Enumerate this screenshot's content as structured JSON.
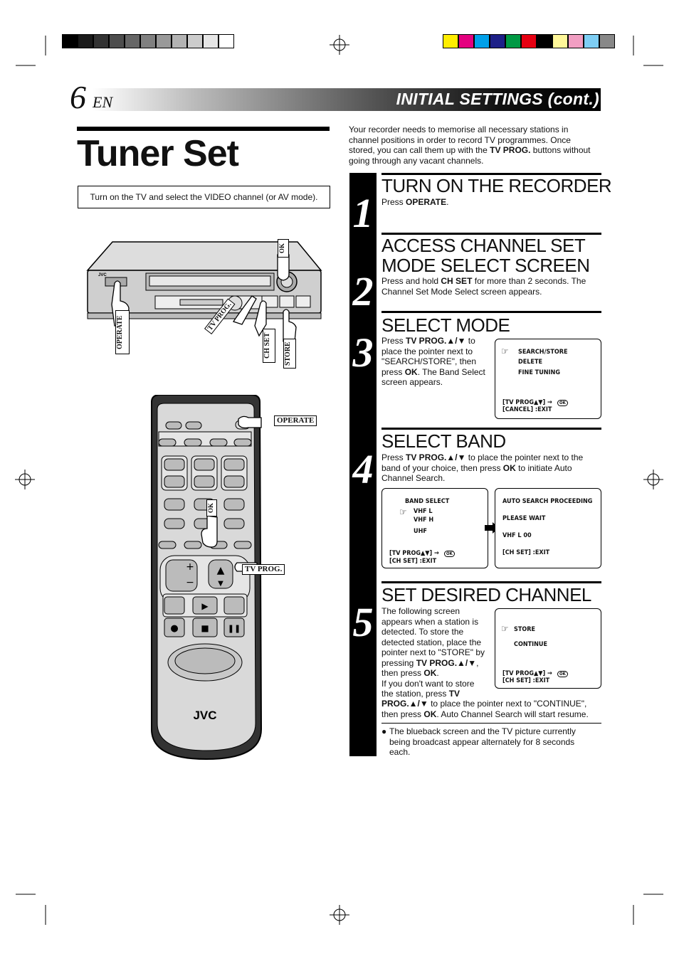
{
  "header": {
    "page_number": "6",
    "lang": "EN",
    "section_title": "INITIAL SETTINGS (cont.)"
  },
  "title": "Tuner Set",
  "note": "Turn on the TV and select the VIDEO channel (or AV mode).",
  "intro": {
    "p1": "Your recorder needs to memorise all necessary stations in channel positions in order to record TV programmes. Once stored, you can call them up with the ",
    "bold": "TV PROG.",
    "p2": " buttons without going through any vacant channels."
  },
  "vcr_labels": {
    "ok": "OK",
    "operate": "OPERATE",
    "tv_prog": "TV PROG.",
    "ch_set": "CH SET",
    "store": "STORE",
    "brand": "JVC"
  },
  "remote_labels": {
    "operate": "OPERATE",
    "ok": "OK",
    "tv_prog": "TV PROG.",
    "brand": "JVC"
  },
  "steps": [
    {
      "num": "1",
      "heading": "TURN ON THE RECORDER",
      "text_a": "Press ",
      "bold_a": "OPERATE",
      "text_b": "."
    },
    {
      "num": "2",
      "heading_l1": "ACCESS CHANNEL SET",
      "heading_l2": "MODE SELECT SCREEN",
      "text_a": "Press and hold ",
      "bold_a": "CH SET",
      "text_b": " for more than 2 seconds. The Channel Set Mode Select screen appears."
    },
    {
      "num": "3",
      "heading": "SELECT MODE",
      "text_a": "Press ",
      "bold_a": "TV PROG.▲/▼",
      "text_b": " to place the pointer next to \"SEARCH/STORE\", then press ",
      "bold_b": "OK",
      "text_c": ". The Band Select screen appears.",
      "screen": {
        "items": [
          "SEARCH/STORE",
          "DELETE",
          "FINE TUNING"
        ],
        "footer1": "[TV PROG▲▼] →",
        "ok_icon": "OK",
        "footer2": "[CANCEL] :EXIT"
      }
    },
    {
      "num": "4",
      "heading": "SELECT BAND",
      "text_a": "Press ",
      "bold_a": "TV PROG.▲/▼",
      "text_b": " to place the pointer next to the band of your choice, then press ",
      "bold_b": "OK",
      "text_c": " to initiate Auto Channel Search.",
      "screen_a": {
        "title": "BAND SELECT",
        "items": [
          "VHF  L",
          "VHF  H",
          "UHF"
        ],
        "footer1": "[TV PROG▲▼] →",
        "ok_icon": "OK",
        "footer2": "[CH SET] :EXIT"
      },
      "screen_b": {
        "line1": "AUTO SEARCH PROCEEDING",
        "line2": "PLEASE WAIT",
        "line3": "VHF L 00",
        "footer": "[CH SET] :EXIT"
      }
    },
    {
      "num": "5",
      "heading": "SET DESIRED CHANNEL",
      "lines": [
        "The following screen",
        "appears when a station is",
        "detected. To store the",
        "detected station, place the",
        "pointer next to \"STORE\" by"
      ],
      "line6a": "pressing ",
      "line6b": "TV PROG.▲/▼",
      "line6c": ",",
      "line7a": "then press ",
      "line7b": "OK",
      "line7c": ".",
      "line8": "If you don't want to store",
      "line9a": "the station, press ",
      "line9b": "TV",
      "line10a": "PROG.▲/▼",
      "line10b": " to place the pointer next to \"CONTINUE\",",
      "line11a": "then press ",
      "line11b": "OK",
      "line11c": ". Auto Channel Search will start resume.",
      "screen": {
        "items": [
          "STORE",
          "CONTINUE"
        ],
        "footer1": "[TV PROG▲▼] →",
        "ok_icon": "OK",
        "footer2": "[CH SET] :EXIT"
      },
      "bullet": "The blueback screen and the TV picture currently being broadcast appear alternately for 8 seconds each."
    }
  ],
  "colors": {
    "color_bar": [
      "#ffed00",
      "#e4007f",
      "#00a0e9",
      "#1d2088",
      "#009944",
      "#e60012",
      "#000000",
      "#fff799",
      "#f19ec2",
      "#7ecef4",
      "#888888"
    ],
    "gray_bar": [
      "#000000",
      "#1a1a1a",
      "#333333",
      "#4d4d4d",
      "#666666",
      "#808080",
      "#999999",
      "#b3b3b3",
      "#cccccc",
      "#e6e6e6",
      "#ffffff"
    ]
  }
}
